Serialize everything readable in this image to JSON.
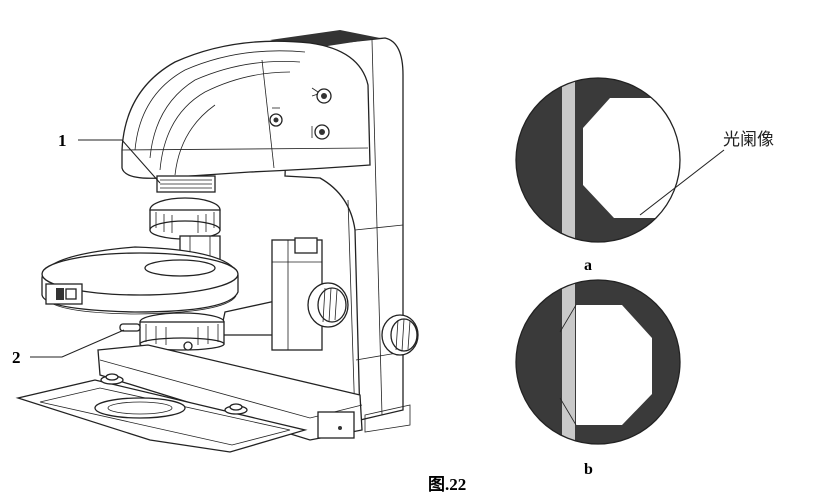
{
  "figure": {
    "caption": "图.22",
    "callouts": {
      "one": "1",
      "two": "2"
    },
    "panel_a": {
      "label": "a",
      "annotation": "光阑像"
    },
    "panel_b": {
      "label": "b"
    },
    "colors": {
      "dark_field": "#3a3a3a",
      "light_band": "#c9c9c9",
      "line": "#222222"
    }
  }
}
